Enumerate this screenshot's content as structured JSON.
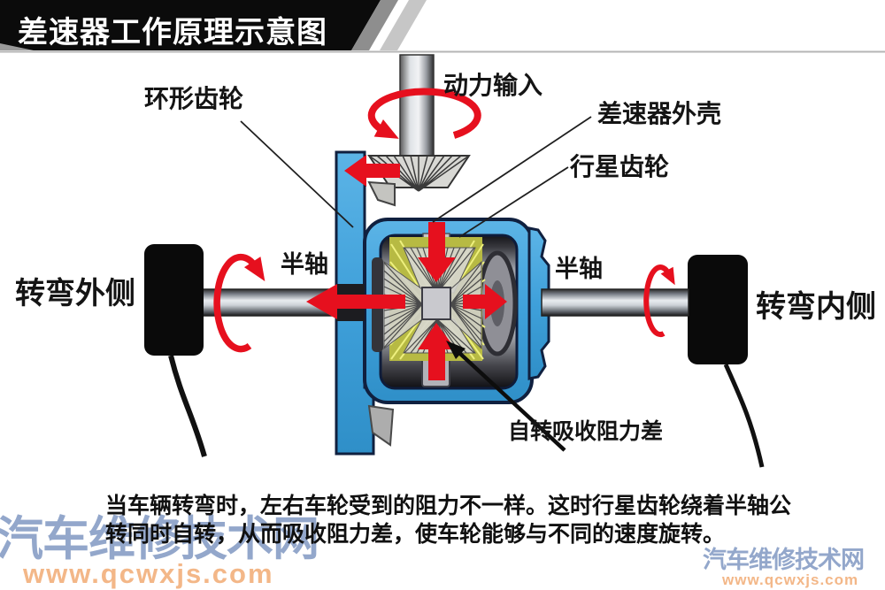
{
  "header": {
    "title": "差速器工作原理示意图"
  },
  "diagram": {
    "labels": {
      "ring_gear": "环形齿轮",
      "power_input": "动力输入",
      "diff_housing": "差速器外壳",
      "planet_gear": "行星齿轮",
      "half_shaft_left": "半轴",
      "half_shaft_right": "半轴",
      "turn_outside": "转弯外侧",
      "turn_inside": "转弯内侧",
      "self_rotation_note": "自转吸收阻力差"
    }
  },
  "caption": {
    "line1": "当车辆转弯时，左右车轮受到的阻力不一样。这时行星齿轮绕着半轴公",
    "line2": "转同时自转，从而吸收阻力差，使车轮能够与不同的速度旋转。"
  },
  "watermark": {
    "site_name": "汽车维修技术网",
    "site_url": "www.qcwxjs.com"
  },
  "colors": {
    "housing_blue": "#3fa0da",
    "outline_navy": "#10203f",
    "gear_yellow": "#b7ba43",
    "gear_yellow_bright": "#eef07e",
    "arrow_red": "#e6101e",
    "banner_black": "#0b0b0b",
    "wm_blue": "#93a7cb",
    "wm_orange": "#f3b788"
  }
}
